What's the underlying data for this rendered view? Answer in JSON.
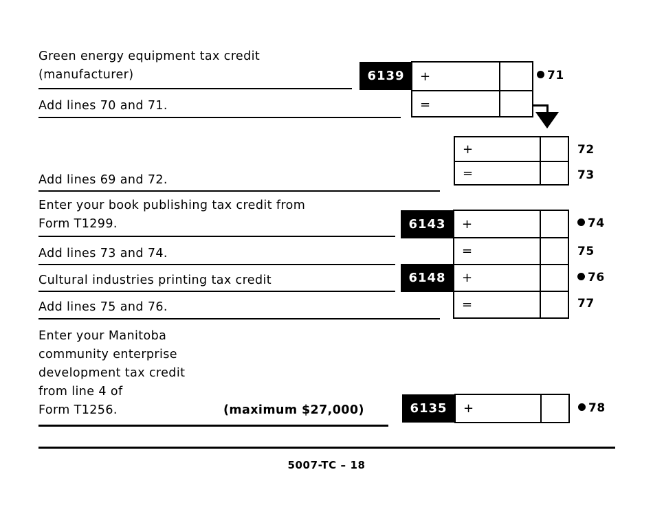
{
  "form": {
    "footer_text": "5007-TC – 18"
  },
  "rows": [
    {
      "id": "green-energy-manufacturer",
      "label": "Green energy equipment tax credit\n(manufacturer)",
      "code": "6139",
      "operator": "+",
      "line_number": "71",
      "has_bullet": true
    },
    {
      "id": "add-lines-70-71",
      "label": "Add lines 70 and 71.",
      "code": "",
      "operator": "=",
      "line_number": "",
      "has_bullet": false
    },
    {
      "id": "carry-forward-72",
      "label": "",
      "code": "",
      "operator": "+",
      "line_number": "72",
      "has_bullet": false
    },
    {
      "id": "add-lines-69-72",
      "label": "Add lines 69 and 72.",
      "code": "",
      "operator": "=",
      "line_number": "73",
      "has_bullet": false
    },
    {
      "id": "book-publishing",
      "label": "Enter your book publishing tax credit from\nForm T1299.",
      "code": "6143",
      "operator": "+",
      "line_number": "74",
      "has_bullet": true
    },
    {
      "id": "add-lines-73-74",
      "label": "Add lines 73 and 74.",
      "code": "",
      "operator": "=",
      "line_number": "75",
      "has_bullet": false
    },
    {
      "id": "cultural-industries-printing",
      "label": "Cultural industries printing tax credit",
      "code": "6148",
      "operator": "+",
      "line_number": "76",
      "has_bullet": true
    },
    {
      "id": "add-lines-75-76",
      "label": "Add lines 75 and 76.",
      "code": "",
      "operator": "=",
      "line_number": "77",
      "has_bullet": false
    },
    {
      "id": "community-enterprise-development",
      "label": "Enter your Manitoba\ncommunity enterprise\ndevelopment tax credit\nfrom line 4 of\nForm T1256.",
      "note": "(maximum $27,000)",
      "code": "6135",
      "operator": "+",
      "line_number": "78",
      "has_bullet": true
    }
  ]
}
